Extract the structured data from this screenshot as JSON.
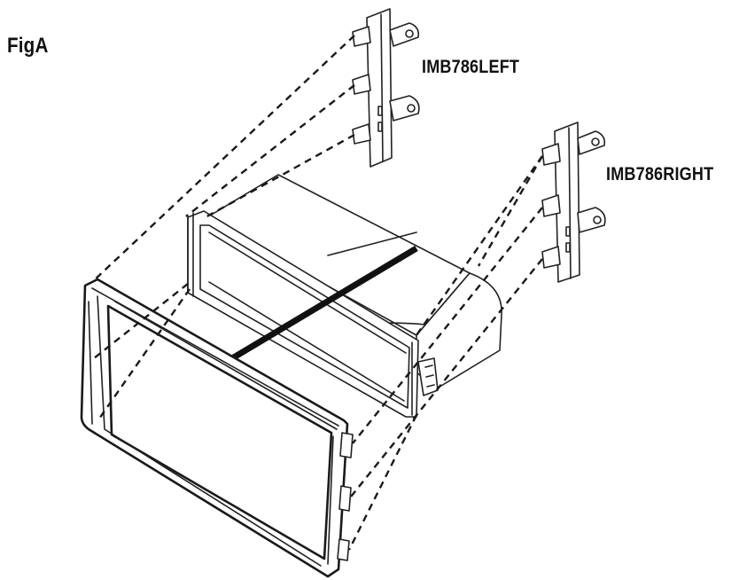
{
  "figure": {
    "title": "FigA",
    "labels": {
      "left_bracket": "IMB786LEFT",
      "right_bracket": "IMB786RIGHT"
    }
  },
  "parts": {
    "bezel": "front-trim-bezel",
    "cage": "radio-mounting-cage",
    "bracket_left": "IMB786LEFT",
    "bracket_right": "IMB786RIGHT"
  },
  "colors": {
    "line": "#1a1a1a",
    "background": "#ffffff"
  }
}
